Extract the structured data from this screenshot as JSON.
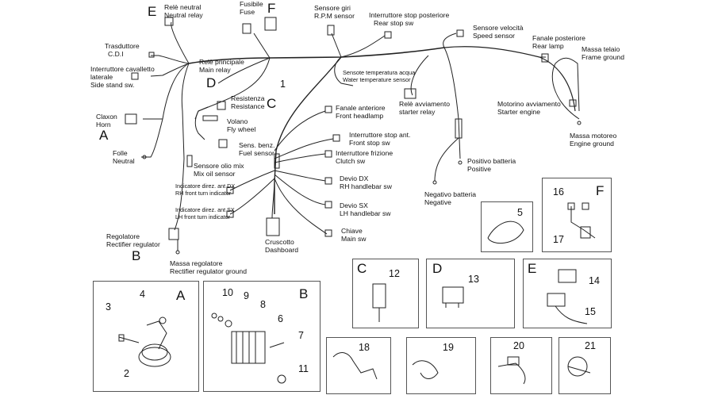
{
  "labels": {
    "rele_neutral": [
      "Relè neutral",
      "Neutral relay"
    ],
    "fusibile": [
      "Fusibile",
      "Fuse"
    ],
    "sensore_giri": [
      "Sensore giri",
      "R.P.M sensor"
    ],
    "stop_post": [
      "Interruttore stop posteriore",
      "Rear stop sw"
    ],
    "sensore_velocita": [
      "Sensore velocità",
      "Speed sensor"
    ],
    "fanale_post": [
      "Fanale posteriore",
      "Rear lamp"
    ],
    "massa_telaio": [
      "Massa telaio",
      "Frame ground"
    ],
    "trasduttore": [
      "Trasduttore",
      "C.D.I"
    ],
    "rele_principale": [
      "Relè principale",
      "Main relay"
    ],
    "cavalletto": [
      "Interruttore cavalletto",
      "laterale",
      "Side stand sw."
    ],
    "temp_acqua": [
      "Sensote temperatura acqua",
      "Water temperature sensor"
    ],
    "resistenza": [
      "Resistenza",
      "Resistance"
    ],
    "rele_avviamento": [
      "Relè avviamento",
      "starter relay"
    ],
    "motorino": [
      "Motorino avviamento",
      "Starter engine"
    ],
    "claxon": [
      "Claxon",
      "Horn"
    ],
    "volano": [
      "Volano",
      "Fly wheel"
    ],
    "fanale_ant": [
      "Fanale anteriore",
      "Front headlamp"
    ],
    "stop_ant": [
      "Interruttore stop ant.",
      "Front stop sw"
    ],
    "massa_motore": [
      "Massa motoreo",
      "Engine ground"
    ],
    "sens_benz": [
      "Sens. benz.",
      "Fuel sensor"
    ],
    "frizione": [
      "Interruttore frizione",
      "Clutch sw"
    ],
    "folle": [
      "Folle",
      "Neutral"
    ],
    "olio_mix": [
      "Sensore olio mix",
      "Mix oil sensor"
    ],
    "positivo": [
      "Positivo batteria",
      "Positive"
    ],
    "devio_dx": [
      "Devio DX",
      "RH handlebar sw"
    ],
    "ind_dx": [
      "Indicatore direz. ant DX",
      "RH front turn indicator"
    ],
    "negativo": [
      "Negativo batteria",
      "Negative"
    ],
    "devio_sx": [
      "Devio SX",
      "LH handlebar sw"
    ],
    "ind_sx": [
      "Indicatore direz. ant SX",
      "LH front turn indicator"
    ],
    "chiave": [
      "Chiave",
      "Main sw"
    ],
    "regolatore": [
      "Regolatore",
      "Rectifier regulator"
    ],
    "cruscotto": [
      "Cruscotto",
      "Dashboard"
    ],
    "massa_reg": [
      "Massa regolatore",
      "Rectifier regulator ground"
    ]
  },
  "letters": {
    "E": "E",
    "F": "F",
    "D": "D",
    "C": "C",
    "A": "A",
    "B": "B",
    "boxA": "A",
    "boxB": "B",
    "boxC": "C",
    "boxD": "D",
    "boxE": "E",
    "boxF": "F"
  },
  "numbers": {
    "n1": "1",
    "n2": "2",
    "n3": "3",
    "n4": "4",
    "n5": "5",
    "n6": "6",
    "n7": "7",
    "n8": "8",
    "n9": "9",
    "n10": "10",
    "n11": "11",
    "n12": "12",
    "n13": "13",
    "n14": "14",
    "n15": "15",
    "n16": "16",
    "n17": "17",
    "n18": "18",
    "n19": "19",
    "n20": "20",
    "n21": "21"
  }
}
